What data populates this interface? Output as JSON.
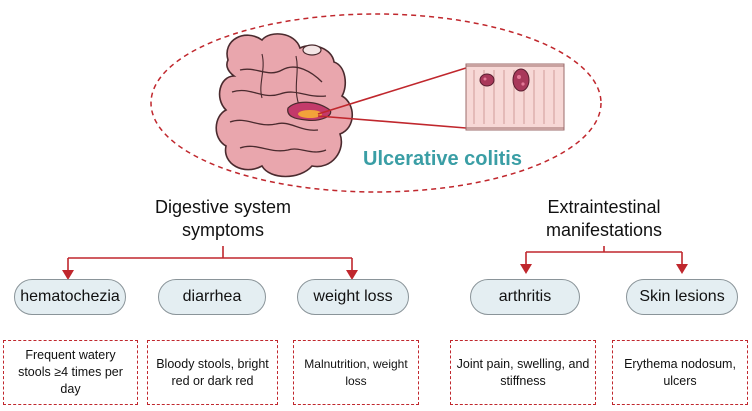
{
  "diagram": {
    "title": "Ulcerative colitis",
    "categories": [
      {
        "label_line1": "Digestive system",
        "label_line2": "symptoms"
      },
      {
        "label_line1": "Extraintestinal",
        "label_line2": "manifestations"
      }
    ],
    "symptoms": [
      {
        "label": "hematochezia",
        "description": "Frequent watery stools ≥4 times per day"
      },
      {
        "label": "diarrhea",
        "description": "Bloody stools, bright red or dark red"
      },
      {
        "label": "weight loss",
        "description": "Malnutrition, weight loss"
      },
      {
        "label": "arthritis",
        "description": "Joint pain, swelling, and stiffness"
      },
      {
        "label": "Skin lesions",
        "description": "Erythema nodosum, ulcers"
      }
    ],
    "colors": {
      "accent_red": "#c0272d",
      "title_teal": "#3a9ea5",
      "pill_fill": "#e4eef2",
      "intestine_pink": "#e9a6ad"
    },
    "icons": [
      "intestine-illustration-icon",
      "colon-segment-icon",
      "ulcer-icon"
    ]
  }
}
